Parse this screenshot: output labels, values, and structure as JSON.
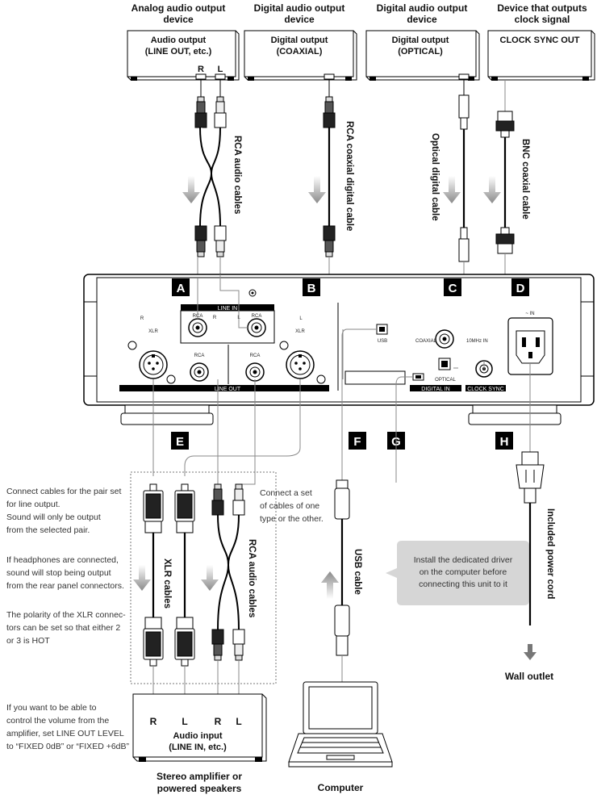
{
  "devices": {
    "analog": {
      "heading": [
        "Analog audio output",
        "device"
      ],
      "box": [
        "Audio output",
        "(LINE OUT, etc.)"
      ],
      "r": "R",
      "l": "L"
    },
    "coaxial": {
      "heading": [
        "Digital audio output",
        "device"
      ],
      "box": [
        "Digital output",
        "(COAXIAL)"
      ]
    },
    "optical": {
      "heading": [
        "Digital audio output",
        "device"
      ],
      "box": [
        "Digital output",
        "(OPTICAL)"
      ]
    },
    "clock": {
      "heading": [
        "Device that outputs",
        "clock signal"
      ],
      "box": [
        "CLOCK SYNC OUT"
      ]
    }
  },
  "cables": {
    "rca_top": "RCA audio cables",
    "coax": "RCA coaxial digital cable",
    "optical": "Optical digital cable",
    "bnc": "BNC coaxial cable",
    "xlr": "XLR cables",
    "rca_bottom": "RCA audio cables",
    "usb": "USB cable",
    "power": "Included power cord"
  },
  "panel": {
    "letters": [
      "A",
      "B",
      "C",
      "D",
      "E",
      "F",
      "G",
      "H"
    ],
    "line_in": "LINE IN",
    "line_out": "LINE OUT",
    "digital_in": "DIGITAL IN",
    "clock_sync": "CLOCK SYNC",
    "rca": "RCA",
    "xlr": "XLR",
    "r": "R",
    "l": "L",
    "usb": "USB",
    "coaxial": "COAXIAL",
    "optical": "OPTICAL",
    "mhz": "10MHz IN",
    "ac_in": "~ IN"
  },
  "notes": {
    "left": [
      "Connect cables for the pair set",
      "for line output.",
      "Sound will only be output",
      "from the selected pair.",
      "",
      "If headphones are connected,",
      "sound will stop being output",
      "from the rear panel connectors.",
      "",
      "The polarity of the XLR connec-",
      "tors can be set so that either 2",
      "or 3 is HOT"
    ],
    "left_bottom": [
      "If you want to be able to",
      "control the volume from the",
      "amplifier, set LINE OUT LEVEL",
      "to “FIXED 0dB” or “FIXED +6dB”"
    ],
    "center": [
      "Connect a set",
      "of cables of one",
      "type or the other."
    ],
    "callout": [
      "Install the dedicated driver",
      "on the computer before",
      "connecting this unit to it"
    ]
  },
  "amplifier": {
    "box": [
      "Audio input",
      "(LINE IN, etc.)"
    ],
    "plugs": [
      "R",
      "L",
      "R",
      "L"
    ],
    "caption": [
      "Stereo amplifier or",
      "powered speakers"
    ]
  },
  "computer": {
    "caption": "Computer"
  },
  "wall": {
    "caption": "Wall outlet"
  }
}
